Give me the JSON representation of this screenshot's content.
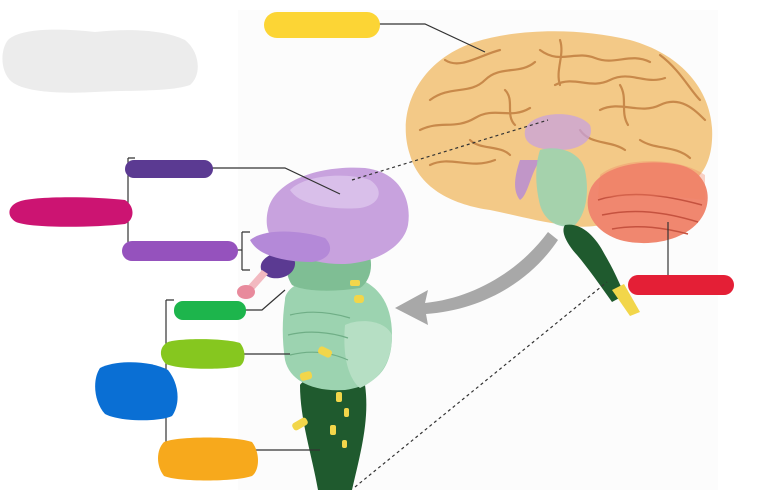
{
  "colors": {
    "top_label": "#FCD535",
    "grey_blob": "#ECECEC",
    "purple_dark": "#5B3A92",
    "magenta": "#CC1472",
    "purple_light": "#9552BD",
    "green": "#1DB54C",
    "lime": "#86C71F",
    "blue": "#0A6FD4",
    "orange": "#F7A91C",
    "red": "#E41F36",
    "cerebrum": "#F3C987",
    "cerebrum_fold": "#C8894A",
    "cerebellum": "#F0876F",
    "diencephalon": "#C8A2DE",
    "brainstem_green": "#9CD3B0",
    "medulla": "#1F5A2E",
    "arrow": "#A8A8A8"
  },
  "labels": [
    {
      "id": "cerebrum-label",
      "color_key": "top_label"
    },
    {
      "id": "forebrain-label",
      "color_key": "magenta"
    },
    {
      "id": "cerebrum-part-label",
      "color_key": "purple_dark"
    },
    {
      "id": "diencephalon-label",
      "color_key": "purple_light"
    },
    {
      "id": "midbrain-label",
      "color_key": "green"
    },
    {
      "id": "pons-label",
      "color_key": "lime"
    },
    {
      "id": "brainstem-label",
      "color_key": "blue"
    },
    {
      "id": "medulla-label",
      "color_key": "orange"
    },
    {
      "id": "cerebellum-label",
      "color_key": "red"
    }
  ]
}
